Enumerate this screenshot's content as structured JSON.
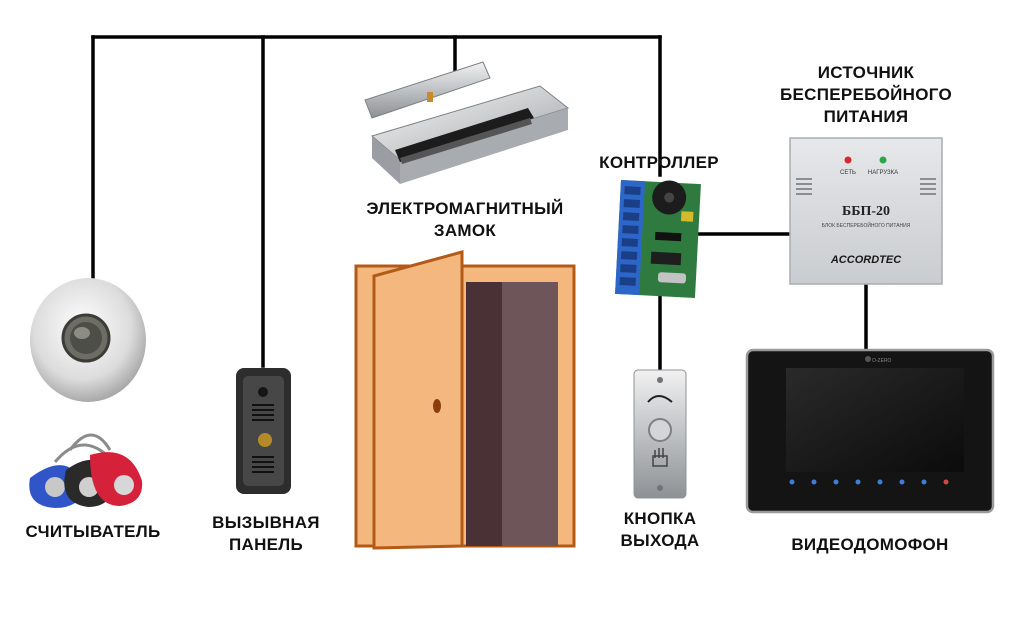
{
  "labels": {
    "reader": "СЧИТЫВАТЕЛЬ",
    "call_panel": [
      "ВЫЗЫВНАЯ",
      "ПАНЕЛЬ"
    ],
    "lock": [
      "ЭЛЕКТРОМАГНИТНЫЙ",
      "ЗАМОК"
    ],
    "controller": "КОНТРОЛЛЕР",
    "ups": [
      "ИСТОЧНИК",
      "БЕСПЕРЕБОЙНОГО",
      "ПИТАНИЯ"
    ],
    "exit_button": [
      "КНОПКА",
      "ВЫХОДА"
    ],
    "intercom": "ВИДЕОДОМОФОН"
  },
  "ups_box": {
    "led1": "СЕТЬ",
    "led2": "НАГРУЗКА",
    "model": "ББП-20",
    "subtitle": "БЛОК БЕСПЕРЕБОЙНОГО ПИТАНИЯ",
    "brand": "ACCORDTEC"
  },
  "monitor": {
    "brand": "O-ZERO"
  },
  "colors": {
    "wire": "#000000",
    "door_panel": "#f4b77e",
    "door_outline": "#b45a17",
    "doorway_dark": "#4a3136",
    "doorway_mid": "#6e5559",
    "controller_board": "#2f7b3f",
    "terminal_blue": "#2d66c9"
  }
}
